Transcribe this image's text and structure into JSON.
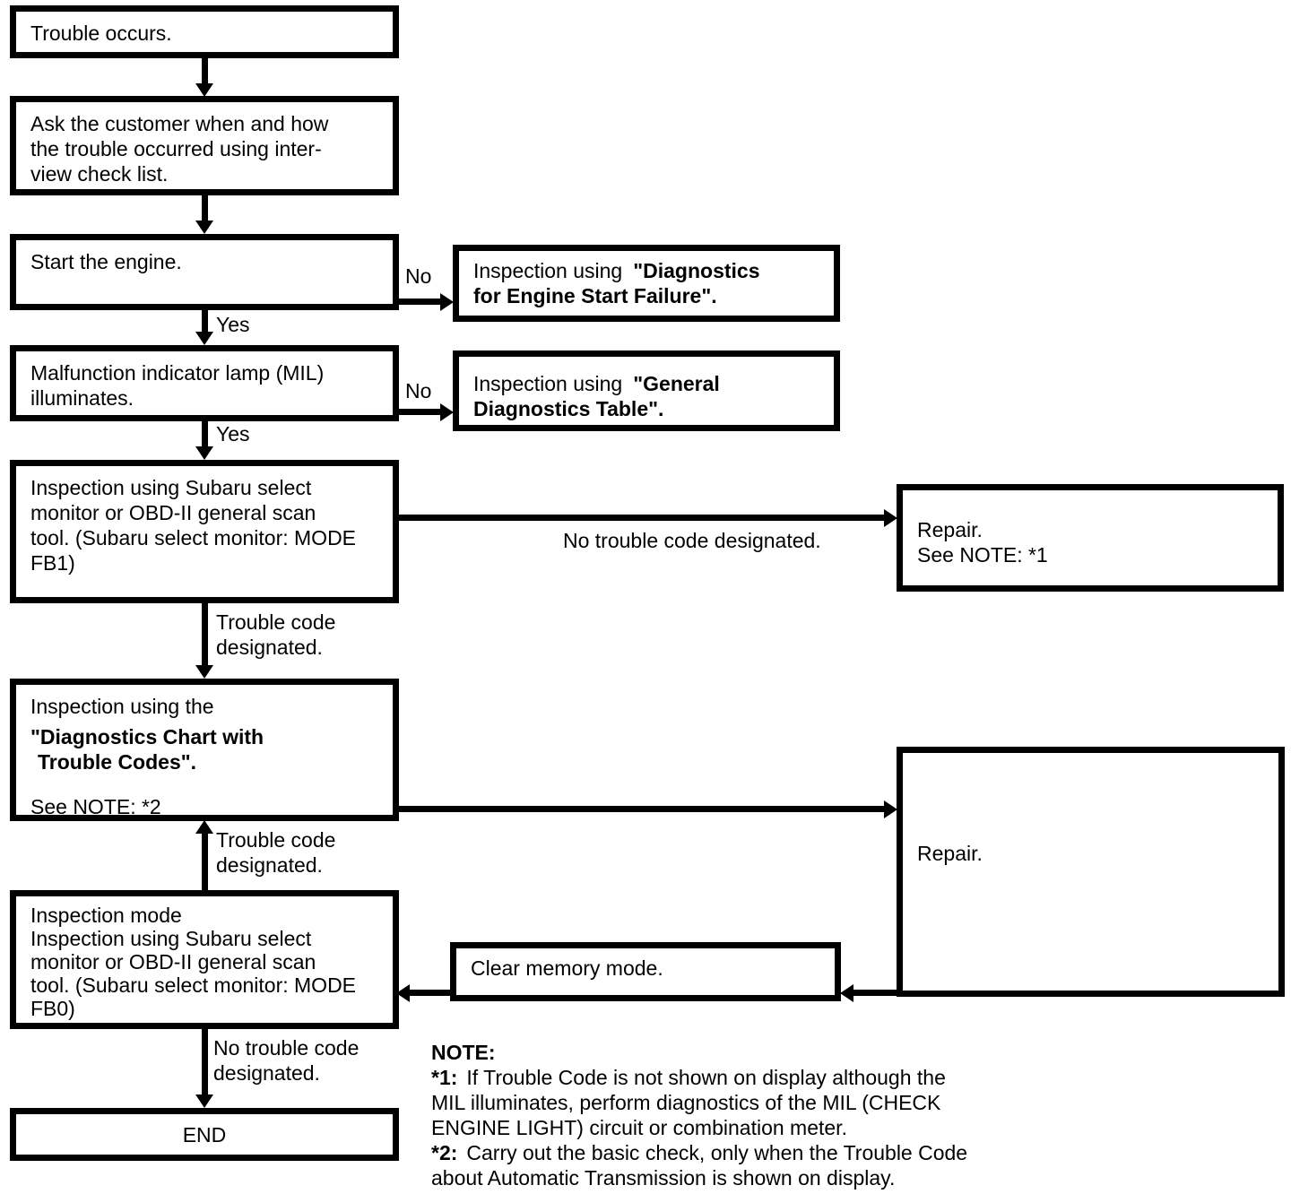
{
  "page": {
    "background": "#ffffff",
    "ink": "#000000"
  },
  "flow": {
    "boxes": {
      "trouble": {
        "text": "Trouble occurs."
      },
      "ask": {
        "line1": "Ask the customer when and how",
        "line2": "the trouble occurred using inter-",
        "line3": "view check list."
      },
      "start_engine": {
        "text": "Start the engine."
      },
      "mil": {
        "line1": "Malfunction indicator lamp (MIL)",
        "line2": "illuminates."
      },
      "scan_fb1": {
        "line1": "Inspection using Subaru select",
        "line2": "monitor or OBD-II general scan",
        "line3": "tool. (Subaru select monitor: MODE",
        "line4": "FB1)"
      },
      "diag_chart": {
        "intro": "Inspection using the",
        "bold1": "\"Diagnostics Chart with",
        "bold2": "Trouble Codes\".",
        "note_ref": "See NOTE: *2"
      },
      "inspection_mode": {
        "line1": "Inspection mode",
        "line2": "Inspection using Subaru select",
        "line3": "monitor or OBD-II general scan",
        "line4": "tool. (Subaru select monitor: MODE",
        "line5": "FB0)"
      },
      "end": {
        "text": "END"
      },
      "engine_start_failure": {
        "intro": "Inspection using",
        "bold1": "\"Diagnostics",
        "bold2": "for Engine Start Failure\"."
      },
      "general_table": {
        "intro": "Inspection using",
        "bold1": "\"General",
        "bold2": "Diagnostics Table\"."
      },
      "repair_note1": {
        "line1": "Repair.",
        "line2": "See NOTE: *1"
      },
      "repair": {
        "text": "Repair."
      },
      "clear_memory": {
        "text": "Clear memory mode."
      }
    },
    "edges": {
      "no1": "No",
      "yes1": "Yes",
      "no2": "No",
      "yes2": "Yes",
      "no_code_h": "No trouble code designated.",
      "code_down": {
        "line1": "Trouble code",
        "line2": "designated."
      },
      "code_up": {
        "line1": "Trouble code",
        "line2": "designated."
      },
      "no_code_down": {
        "line1": "No trouble code",
        "line2": "designated."
      }
    }
  },
  "note": {
    "heading": "NOTE:",
    "item1": {
      "label": "*1:",
      "line1": "If Trouble Code is not shown on display although the",
      "line2": "MIL illuminates, perform diagnostics of the MIL (CHECK",
      "line3": "ENGINE LIGHT) circuit or combination meter."
    },
    "item2": {
      "label": "*2:",
      "line1": "Carry out the basic check, only when the Trouble Code",
      "line2": "about Automatic Transmission is shown on display."
    }
  }
}
